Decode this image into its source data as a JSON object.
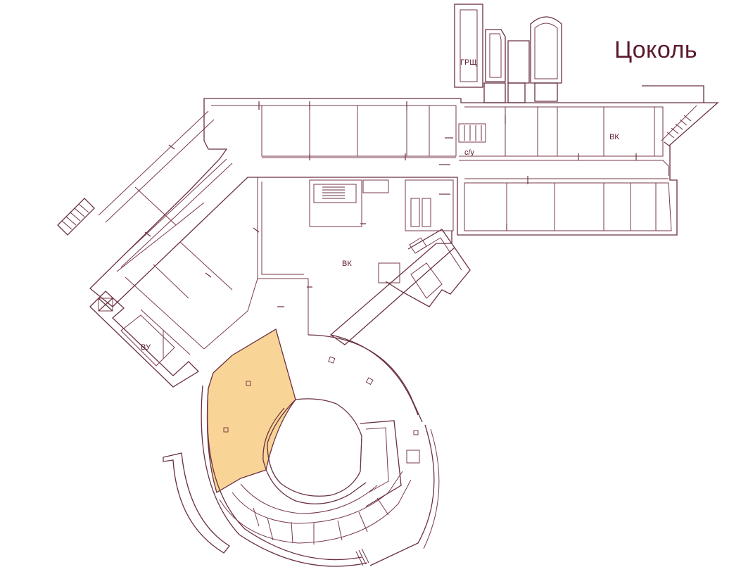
{
  "floor": {
    "title": "Цоколь"
  },
  "rooms": {
    "grsh": "ГРЩ",
    "vk_top": "ВК",
    "su": "с/у",
    "vk_center": "ВК",
    "vu": "ВУ"
  },
  "colors": {
    "wall": "#6a3040",
    "highlight": "#f8d596",
    "title": "#5a1a2c"
  }
}
